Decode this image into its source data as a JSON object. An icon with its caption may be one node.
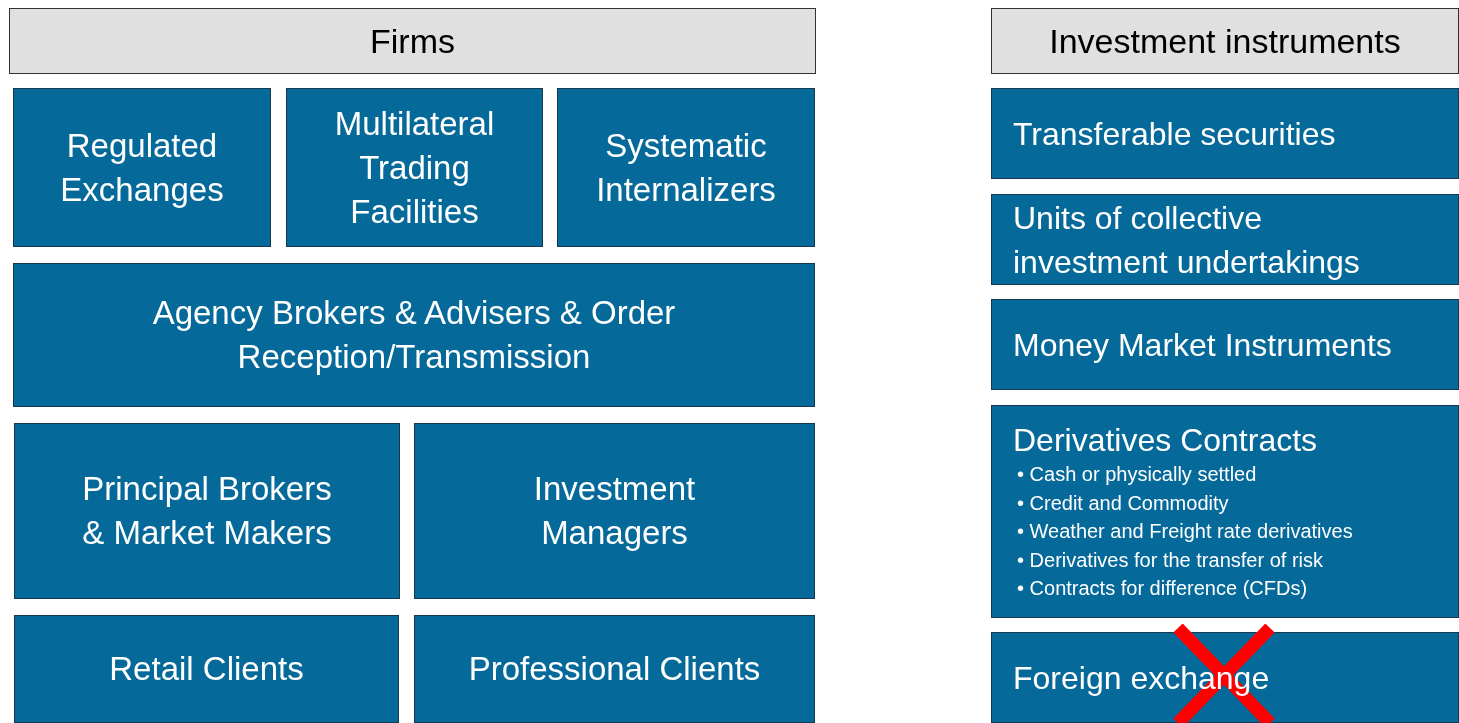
{
  "diagram": {
    "nodes": [
      {
        "text": [
          "Firms"
        ]
      },
      {
        "text": [
          "Regulated Exchanges"
        ]
      },
      {
        "text": [
          "Multilateral Trading Facilities"
        ]
      },
      {
        "text": [
          "Systematic Internalizers"
        ]
      },
      {
        "text": [
          "Agency Brokers & Advisers & Order Reception/Transmission"
        ]
      },
      {
        "text": [
          "Principal Brokers & Market Makers"
        ]
      },
      {
        "text": [
          "Investment Managers"
        ]
      },
      {
        "text": [
          "Retail Clients"
        ]
      },
      {
        "text": [
          "Professional Clients"
        ]
      },
      {
        "text": [
          "Investment instruments"
        ]
      },
      {
        "text": [
          "Transferable securities"
        ]
      },
      {
        "text": [
          "Units of collective investment undertakings"
        ]
      },
      {
        "text": [
          "Money Market Instruments"
        ]
      },
      {
        "text": [
          "Derivatives Contracts",
          "• Cash or physically settled",
          "• Credit and Commodity",
          "• Weather and Freight rate derivatives",
          "• Derivatives for the transfer of risk",
          "• Contracts for difference (CFDs)"
        ]
      },
      {
        "text": [
          "Foreign exchange"
        ]
      }
    ]
  }
}
